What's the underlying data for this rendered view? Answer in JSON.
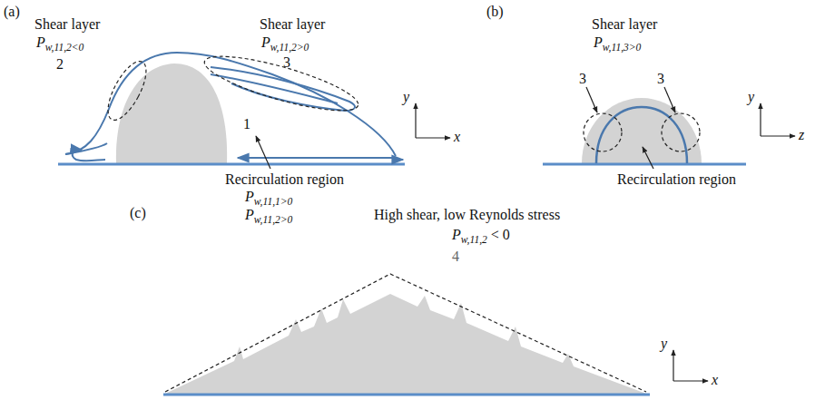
{
  "diagram": {
    "labels": [
      "(a)",
      "Shear layer",
      "Pw,11,2<0",
      "2",
      "Shear layer",
      "Pw,11,2>0",
      "3",
      "1",
      "Recirculation region",
      "Pw,11,1>0",
      "Pw,11,2>0",
      "y",
      "x",
      "(b)",
      "Shear layer",
      "Pw,11,3>0",
      "3",
      "3",
      "Recirculation region",
      "y",
      "z",
      "(c)",
      "High shear, low Reynolds stress",
      "Pw,11,2 < 0",
      "4",
      "y",
      "x"
    ]
  }
}
